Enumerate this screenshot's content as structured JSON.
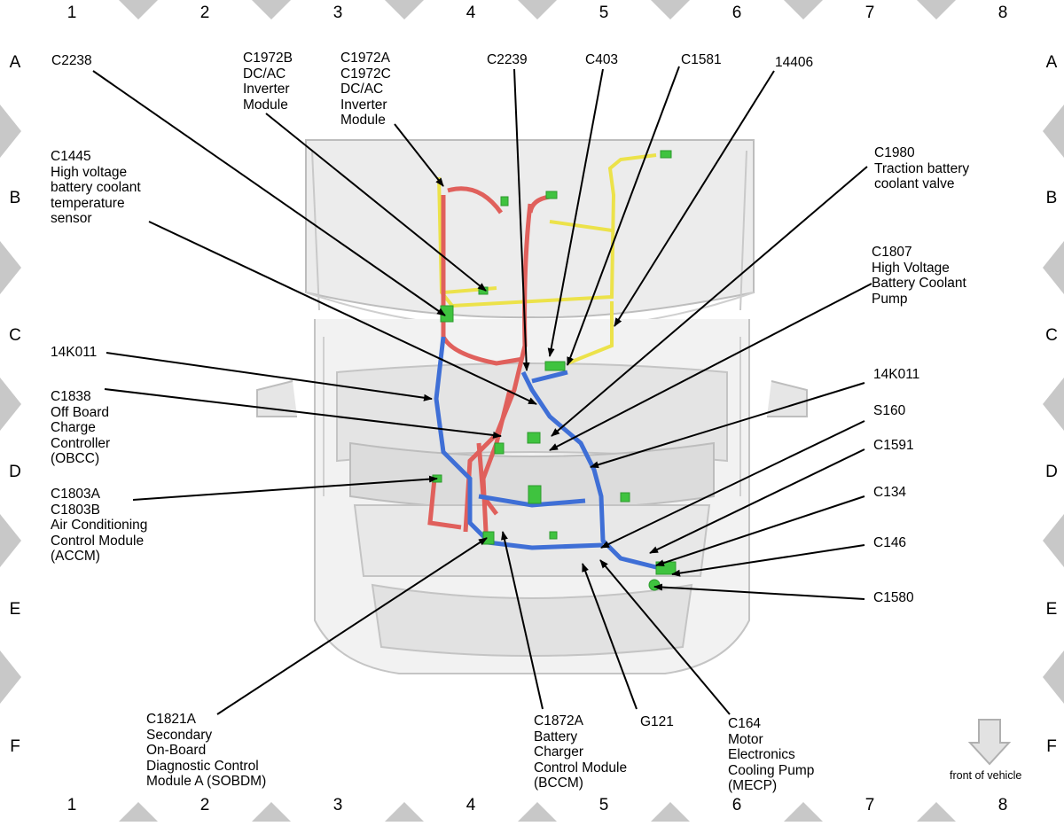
{
  "grid": {
    "columns": [
      "1",
      "2",
      "3",
      "4",
      "5",
      "6",
      "7",
      "8"
    ],
    "rows": [
      "A",
      "B",
      "C",
      "D",
      "E",
      "F"
    ]
  },
  "callouts": [
    {
      "id": "c2238",
      "text": "C2238"
    },
    {
      "id": "c1972b",
      "text": "C1972B\nDC/AC\nInverter\nModule"
    },
    {
      "id": "c1972a",
      "text": "C1972A\nC1972C\nDC/AC\nInverter\nModule"
    },
    {
      "id": "c2239",
      "text": "C2239"
    },
    {
      "id": "c403",
      "text": "C403"
    },
    {
      "id": "c1581",
      "text": "C1581"
    },
    {
      "id": "n14406",
      "text": "14406"
    },
    {
      "id": "c1445",
      "text": "C1445\nHigh voltage\nbattery coolant\ntemperature\nsensor"
    },
    {
      "id": "c1980",
      "text": "C1980\nTraction battery\ncoolant valve"
    },
    {
      "id": "c1807",
      "text": "C1807\nHigh Voltage\nBattery Coolant\nPump"
    },
    {
      "id": "n14k011_left",
      "text": "14K011"
    },
    {
      "id": "c1838",
      "text": "C1838\nOff Board\nCharge\nController\n(OBCC)"
    },
    {
      "id": "n14k011_right",
      "text": "14K011"
    },
    {
      "id": "s160",
      "text": "S160"
    },
    {
      "id": "c1591",
      "text": "C1591"
    },
    {
      "id": "c1803",
      "text": "C1803A\nC1803B\nAir Conditioning\nControl Module\n(ACCM)"
    },
    {
      "id": "c134",
      "text": "C134"
    },
    {
      "id": "c146",
      "text": "C146"
    },
    {
      "id": "c1580",
      "text": "C1580"
    },
    {
      "id": "c1821a",
      "text": "C1821A\nSecondary\nOn-Board\nDiagnostic Control\nModule A (SOBDM)"
    },
    {
      "id": "c1872a",
      "text": "C1872A\nBattery\nCharger\nControl Module\n(BCCM)"
    },
    {
      "id": "g121",
      "text": "G121"
    },
    {
      "id": "c164",
      "text": "C164\nMotor\nElectronics\nCooling Pump\n(MECP)"
    }
  ],
  "front_note": "front of vehicle",
  "colors": {
    "harness_yellow": "#ece24a",
    "harness_red": "#e0605c",
    "harness_blue": "#3f6fd6",
    "connector_green": "#3fc33f",
    "border_gray": "#c8c8c8"
  }
}
